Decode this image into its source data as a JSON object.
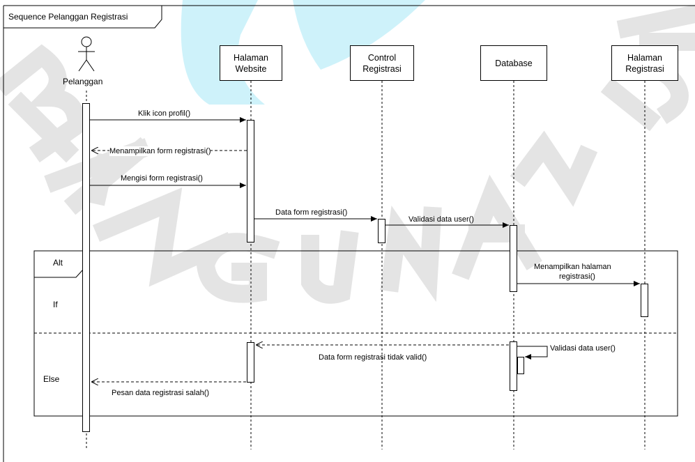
{
  "diagram": {
    "frame_title": "Sequence Pelanggan Registrasi",
    "actor": {
      "label": "Pelanggan"
    },
    "lifelines": [
      {
        "line1": "Halaman",
        "line2": "Website"
      },
      {
        "line1": "Control",
        "line2": "Registrasi"
      },
      {
        "line1": "",
        "line2": "Database"
      },
      {
        "line1": "Halaman",
        "line2": "Registrasi"
      }
    ],
    "messages": {
      "m1": "Klik icon profil()",
      "m2": "Menampilkan form registrasi()",
      "m3": "Mengisi form registrasi()",
      "m4": "Data form registrasi()",
      "m5": "Validasi data user()",
      "m6_line1": "Menampilkan halaman",
      "m6_line2": "registrasi()",
      "m7": "Validasi data user()",
      "m8": "Data form registrasi tidak valid()",
      "m9": "Pesan data registrasi salah()"
    },
    "fragment": {
      "operator": "Alt",
      "guard_if": "If",
      "guard_else": "Else"
    },
    "watermark": "BANGUNAN JAYA",
    "colors": {
      "line": "#000000",
      "watermark": "#e6e6e6",
      "accent_wave": "#b8ecf8"
    }
  }
}
